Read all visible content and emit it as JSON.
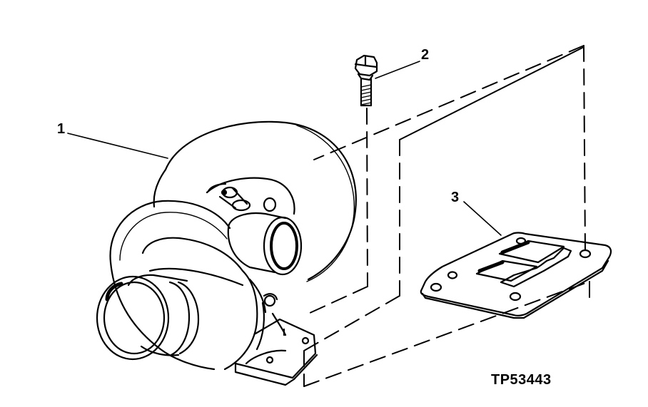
{
  "callouts": {
    "turbocharger": "1",
    "cap_screw": "2",
    "gasket": "3"
  },
  "figure_id": "TP53443"
}
